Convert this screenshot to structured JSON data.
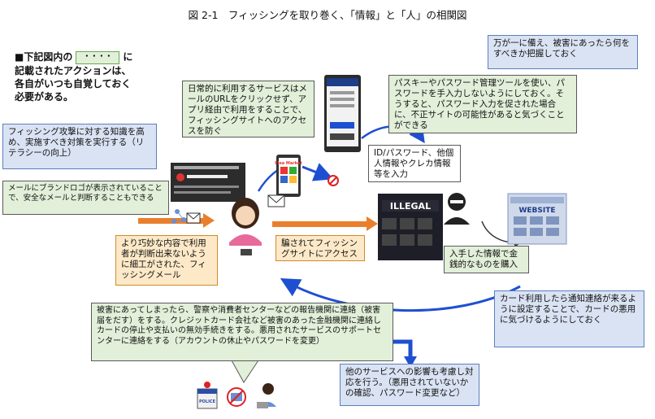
{
  "title": "図 2-1　フィッシングを取り巻く、「情報」と「人」の相関図",
  "note": {
    "prefix": "■下記図内の",
    "chip": "・・・・",
    "suffix": "に",
    "line2": "記載されたアクションは、",
    "line3": "各自がいつも自覚しておく",
    "line4": "必要がある。"
  },
  "boxes": {
    "prepare": "万が一に備え、被害にあったら何をすべきか把握しておく",
    "service": "日常的に利用するサービスはメールのURLをクリックせず、アプリ経由で利用をすることで、フィッシングサイトへのアクセスを防ぐ",
    "passkey": "パスキーやパスワード管理ツールを使い、パスワードを手入力しないようにしておく。そうすると、パスワード入力を促された場合に、不正サイトの可能性があると気づくことができる",
    "literacy": "フィッシング攻撃に対する知識を高め、実施すべき対策を実行する（リテラシーの向上）",
    "brand": "メールにブランドロゴが表示されていることで、安全なメールと判断することもできる",
    "idpass": "ID/パスワード、他個人情報やクレカ情報等を入力",
    "mail": "より巧妙な内容で利用者が判断出来ないように細工がされた、フィッシングメール",
    "access": "騙されてフィッシングサイトにアクセス",
    "purchase": "入手した情報で金銭的なものを購入",
    "card": "カード利用したら通知連絡が来るように設定することで、カードの悪用に気づけるようにしておく",
    "report": "被害にあってしまったら、警察や消費者センターなどの報告機関に連絡（被害届をだす）をする。クレジットカード会社など被害のあった金融機関に連絡しカードの停止や支払いの無効手続きをする。悪用されたサービスのサポートセンターに連絡をする（アカウントの休止やパスワードを変更）",
    "other": "他のサービスへの影響も考慮し対応を行う。（悪用されていないかの確認、パスワード変更など）"
  },
  "illustrations": {
    "flea_market": "Flea Market",
    "illegal": "ILLEGAL",
    "website": "WEBSITE",
    "police": "POLICE"
  },
  "colors": {
    "green_box": "#e2efd9",
    "blue_box": "#dae3f3",
    "orange_box": "#fde9c8",
    "orange_arrow": "#e97f2c",
    "blue_arrow": "#1f4fd1"
  }
}
